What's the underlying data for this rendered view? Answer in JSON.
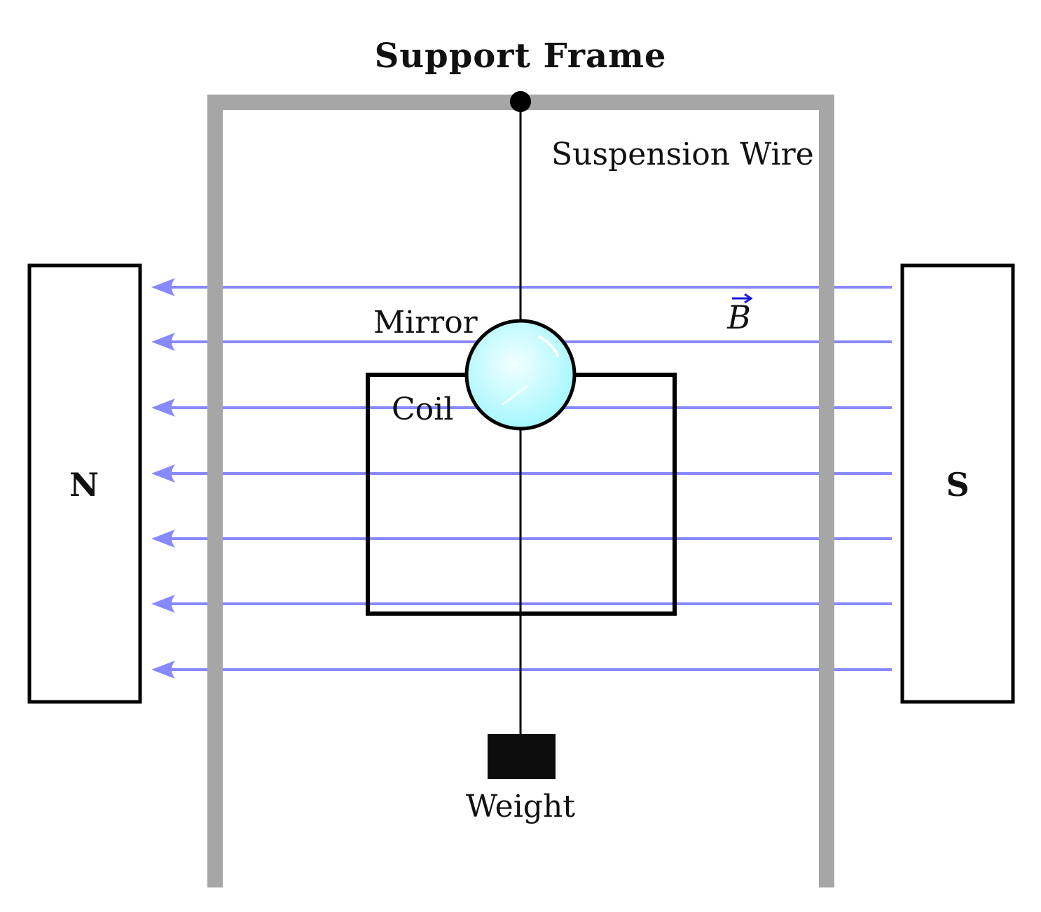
{
  "labels": {
    "title": "Support Frame",
    "suspension_wire": "Suspension Wire",
    "mirror": "Mirror",
    "coil": "Coil",
    "weight": "Weight",
    "north": "N",
    "south": "S",
    "field_symbol": "B"
  },
  "field": {
    "direction": "right-to-left",
    "line_count": 7
  },
  "colors": {
    "frame": "#a6a6a6",
    "field_lines": "#8888ff",
    "field_label": "#1a1adc",
    "mirror_fill": "#b8fbff",
    "mirror_highlight": "#ffffff",
    "outline": "#000000",
    "weight_fill": "#0d0d0d"
  }
}
